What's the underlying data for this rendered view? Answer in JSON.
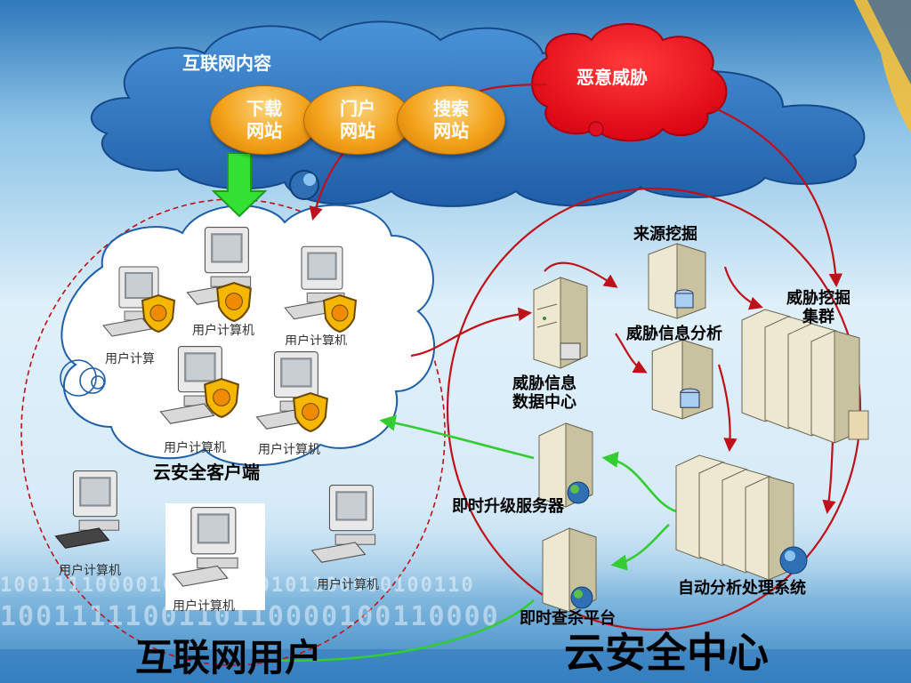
{
  "colors": {
    "red": "#c0101a",
    "green": "#33cc33",
    "cloud_blue": "#2e78c4",
    "pill_orange": "#f3a21a"
  },
  "cloud": {
    "title": "互联网内容",
    "sites": [
      "下载\n网站",
      "门户\n网站",
      "搜索\n网站"
    ]
  },
  "threat": "恶意威胁",
  "client_label": "云安全客户端",
  "pc_label": "用户计算机",
  "pc_label_partial": "用户计算",
  "pc_label_cut": "用户计算机",
  "binary_lines": [
    "10011110000100110000101100000100110",
    "1001111100110110000100110000"
  ],
  "center": {
    "source_mining": "来源挖掘",
    "threat_mining_cluster": "威胁挖掘\n集群",
    "threat_analysis": "威胁信息分析",
    "threat_data_center": "威胁信息\n数据中心",
    "upgrade_server": "即时升级服务器",
    "auto_system": "自动分析处理系统",
    "kill_platform": "即时查杀平台"
  },
  "footer": {
    "left": "互联网用户",
    "right": "云安全中心"
  }
}
